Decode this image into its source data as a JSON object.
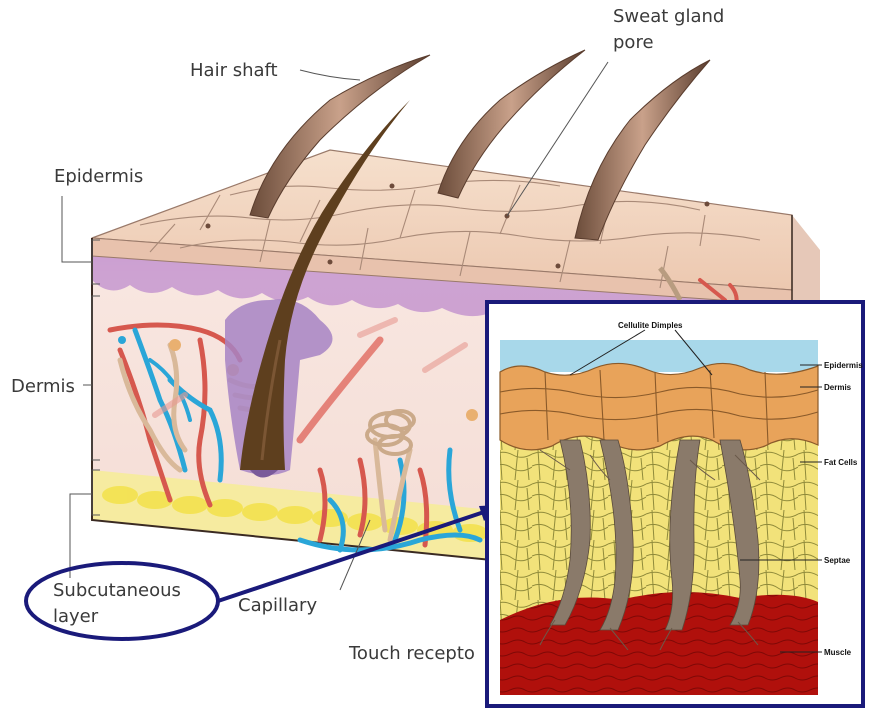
{
  "main_labels": {
    "hair_shaft": "Hair shaft",
    "sweat_gland_line1": "Sweat gland",
    "sweat_gland_line2": "pore",
    "epidermis": "Epidermis",
    "dermis": "Dermis",
    "subcutaneous_line1": "Subcutaneous",
    "subcutaneous_line2": "layer",
    "capillary": "Capillary",
    "touch_receptor": "Touch recepto"
  },
  "inset_labels": {
    "cellulite_dimples": "Cellulite Dimples",
    "epidermis": "Epidermis",
    "dermis": "Dermis",
    "fat_cells": "Fat Cells",
    "septae": "Septae",
    "muscle": "Muscle"
  },
  "colors": {
    "highlight": "#1a1a7a",
    "skin_top": "#f3d9c4",
    "epidermis_band": "#d9b7d6",
    "dermis": "#f7e2dc",
    "fat_yellow": "#f3e37a",
    "muscle_red": "#b3100c",
    "inset_sky": "#a8d8ea"
  }
}
